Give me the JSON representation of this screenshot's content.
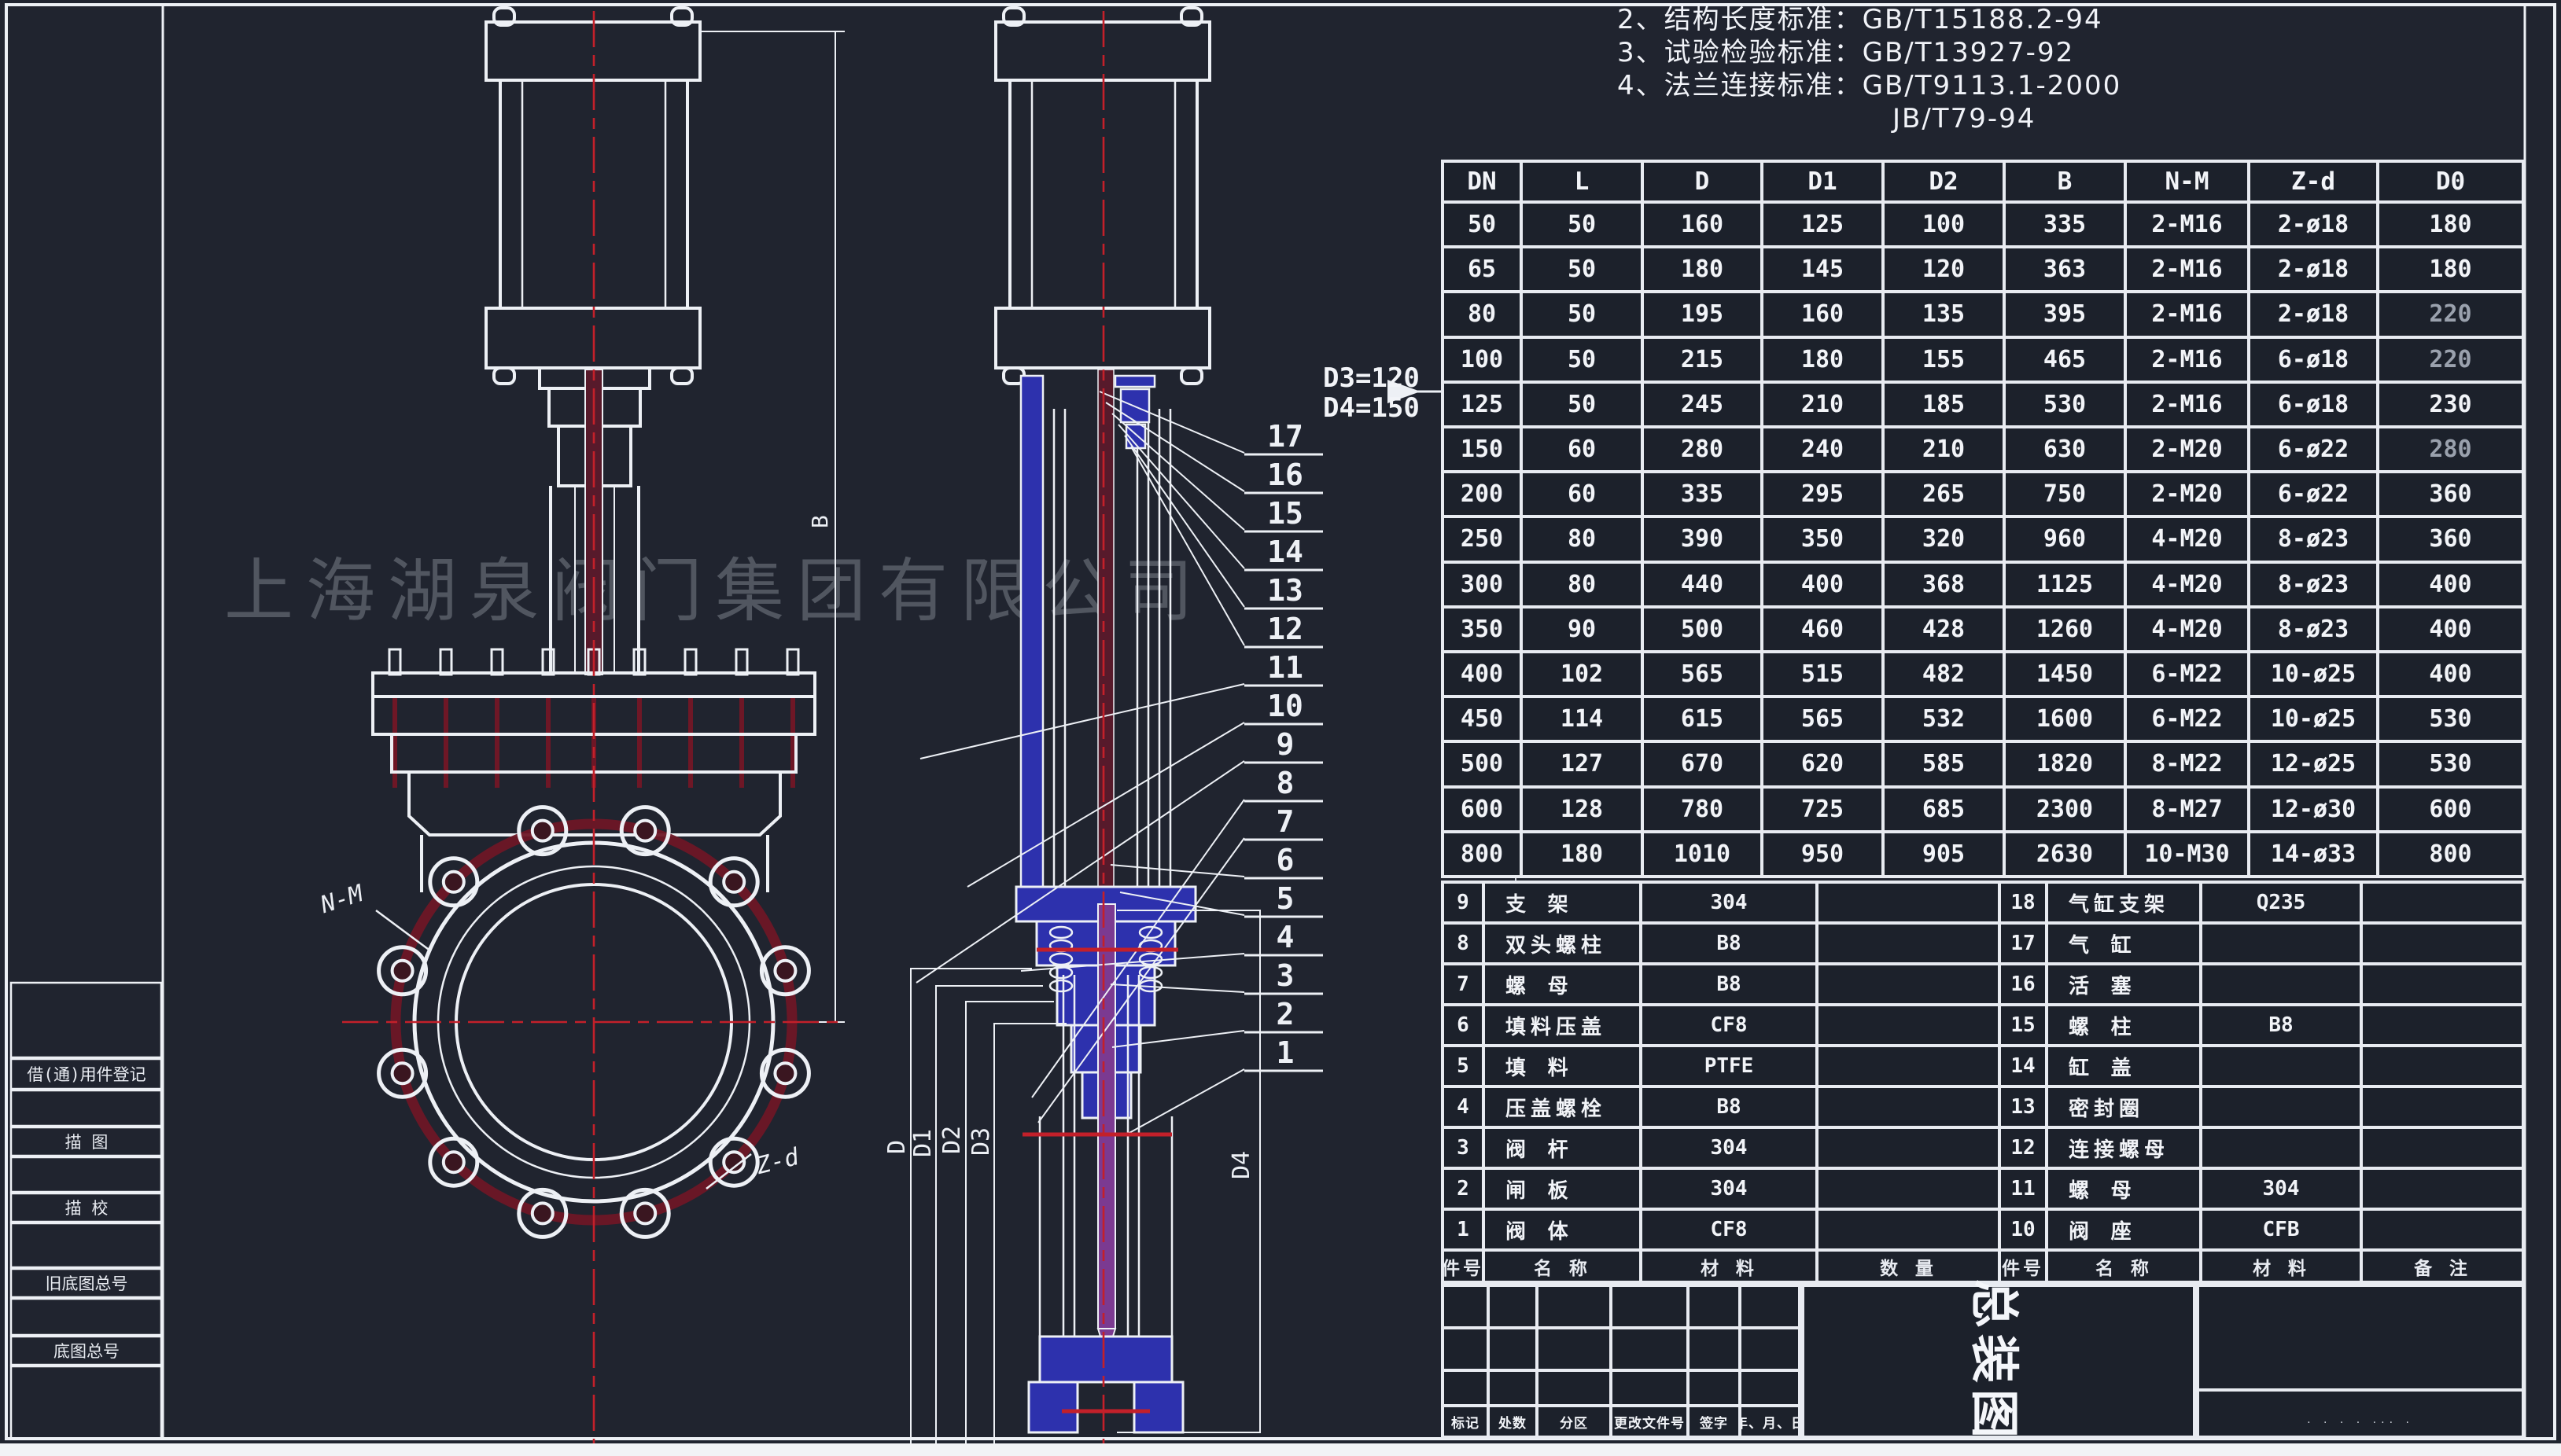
{
  "notes": {
    "lines": [
      "2、结构长度标准：GB/T15188.2-94",
      "3、试验检验标准：GB/T13927-92",
      "4、法兰连接标准：GB/T9113.1-2000",
      "JB/T79-94"
    ]
  },
  "watermark": "上海湖泉阀门集团有限公司",
  "dim_note": {
    "line1": "D3=120",
    "line2": "D4=150"
  },
  "dim_table": {
    "columns": [
      "DN",
      "L",
      "D",
      "D1",
      "D2",
      "B",
      "N-M",
      "Z-d",
      "D0"
    ],
    "rows": [
      [
        "50",
        "50",
        "160",
        "125",
        "100",
        "335",
        "2-M16",
        "2-ø18",
        "180"
      ],
      [
        "65",
        "50",
        "180",
        "145",
        "120",
        "363",
        "2-M16",
        "2-ø18",
        "180"
      ],
      [
        "80",
        "50",
        "195",
        "160",
        "135",
        "395",
        "2-M16",
        "2-ø18",
        "220"
      ],
      [
        "100",
        "50",
        "215",
        "180",
        "155",
        "465",
        "2-M16",
        "6-ø18",
        "220"
      ],
      [
        "125",
        "50",
        "245",
        "210",
        "185",
        "530",
        "2-M16",
        "6-ø18",
        "230"
      ],
      [
        "150",
        "60",
        "280",
        "240",
        "210",
        "630",
        "2-M20",
        "6-ø22",
        "280"
      ],
      [
        "200",
        "60",
        "335",
        "295",
        "265",
        "750",
        "2-M20",
        "6-ø22",
        "360"
      ],
      [
        "250",
        "80",
        "390",
        "350",
        "320",
        "960",
        "4-M20",
        "8-ø23",
        "360"
      ],
      [
        "300",
        "80",
        "440",
        "400",
        "368",
        "1125",
        "4-M20",
        "8-ø23",
        "400"
      ],
      [
        "350",
        "90",
        "500",
        "460",
        "428",
        "1260",
        "4-M20",
        "8-ø23",
        "400"
      ],
      [
        "400",
        "102",
        "565",
        "515",
        "482",
        "1450",
        "6-M22",
        "10-ø25",
        "400"
      ],
      [
        "450",
        "114",
        "615",
        "565",
        "532",
        "1600",
        "6-M22",
        "10-ø25",
        "530"
      ],
      [
        "500",
        "127",
        "670",
        "620",
        "585",
        "1820",
        "8-M22",
        "12-ø25",
        "530"
      ],
      [
        "600",
        "128",
        "780",
        "725",
        "685",
        "2300",
        "8-M27",
        "12-ø30",
        "600"
      ],
      [
        "800",
        "180",
        "1010",
        "950",
        "905",
        "2630",
        "10-M30",
        "14-ø33",
        "800"
      ]
    ]
  },
  "parts_left": {
    "rows": [
      [
        "9",
        "支  架",
        "304",
        ""
      ],
      [
        "8",
        "双头螺柱",
        "B8",
        ""
      ],
      [
        "7",
        "螺  母",
        "B8",
        ""
      ],
      [
        "6",
        "填料压盖",
        "CF8",
        ""
      ],
      [
        "5",
        "填  料",
        "PTFE",
        ""
      ],
      [
        "4",
        "压盖螺栓",
        "B8",
        ""
      ],
      [
        "3",
        "阀  杆",
        "304",
        ""
      ],
      [
        "2",
        "闸  板",
        "304",
        ""
      ],
      [
        "1",
        "阀  体",
        "CF8",
        ""
      ]
    ]
  },
  "parts_right": {
    "rows": [
      [
        "18",
        "气缸支架",
        "Q235",
        ""
      ],
      [
        "17",
        "气  缸",
        "",
        ""
      ],
      [
        "16",
        "活  塞",
        "",
        ""
      ],
      [
        "15",
        "螺  柱",
        "B8",
        ""
      ],
      [
        "14",
        "缸  盖",
        "",
        ""
      ],
      [
        "13",
        "密封圈",
        "",
        ""
      ],
      [
        "12",
        "连接螺母",
        "",
        ""
      ],
      [
        "11",
        "螺  母",
        "304",
        ""
      ],
      [
        "10",
        "阀  座",
        "CFB",
        ""
      ]
    ]
  },
  "parts_footer": [
    "件号",
    "名 称",
    "材 料",
    "数 量",
    "件号",
    "名 称",
    "材 料",
    "备 注"
  ],
  "title_block": {
    "title": "总装图",
    "revision_labels": [
      "标记",
      "处数",
      "分区",
      "更改文件号",
      "签字",
      "年、月、日"
    ],
    "fine_print": "· ·  · · ···  ·"
  },
  "side_labels": [
    "借(通)用件登记",
    "描 图",
    "描 校",
    "旧底图总号",
    "底图总号"
  ],
  "drawing": {
    "callouts": [
      "17",
      "16",
      "15",
      "14",
      "13",
      "12",
      "11",
      "10",
      "9",
      "8",
      "7",
      "6",
      "5",
      "4",
      "3",
      "2",
      "1"
    ],
    "labels": {
      "nm": "N-M",
      "zd": "Z-d",
      "b": "B",
      "d": "D",
      "d1": "D1",
      "d2": "D2",
      "d3": "D3",
      "d4": "D4"
    }
  },
  "colors": {
    "line": "#edf0f5",
    "centerline": "#c3202a",
    "bolt_circle": "#6e1726",
    "section_blue": "#2d31ad",
    "stem_purple": "#7b3a91",
    "stem_maroon": "#571a2b",
    "background": "#20242f",
    "watermark": "#9aa1aa"
  }
}
